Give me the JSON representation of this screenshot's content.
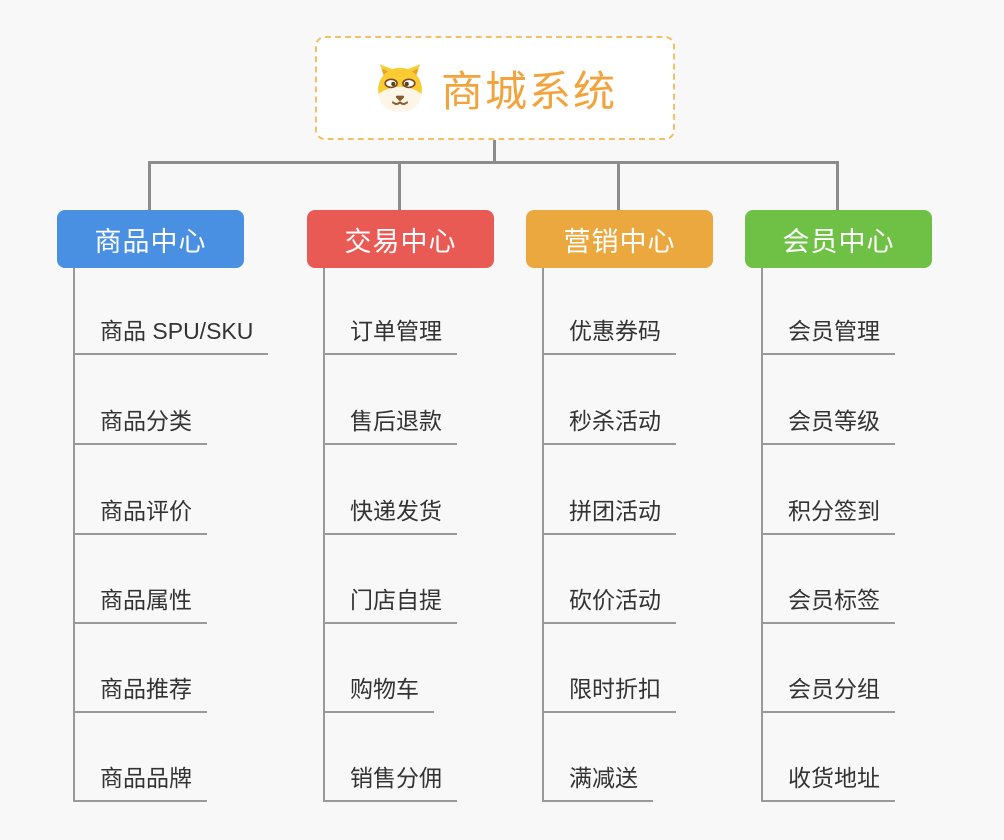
{
  "root": {
    "title": "商城系统",
    "icon": "dog-logo-icon"
  },
  "branches": [
    {
      "label": "商品中心",
      "color": "#4a90e2",
      "children": [
        "商品 SPU/SKU",
        "商品分类",
        "商品评价",
        "商品属性",
        "商品推荐",
        "商品品牌"
      ]
    },
    {
      "label": "交易中心",
      "color": "#e95a55",
      "children": [
        "订单管理",
        "售后退款",
        "快递发货",
        "门店自提",
        "购物车",
        "销售分佣"
      ]
    },
    {
      "label": "营销中心",
      "color": "#eaa83e",
      "children": [
        "优惠券码",
        "秒杀活动",
        "拼团活动",
        "砍价活动",
        "限时折扣",
        "满减送"
      ]
    },
    {
      "label": "会员中心",
      "color": "#6ec145",
      "children": [
        "会员管理",
        "会员等级",
        "积分签到",
        "会员标签",
        "会员分组",
        "收货地址"
      ]
    }
  ],
  "colors": {
    "background": "#f8f8f8",
    "root_accent": "#f2a33c",
    "root_border": "#f3c06a",
    "connector": "#8c8c8c",
    "leaf_line": "#999999",
    "leaf_text": "#333333"
  }
}
